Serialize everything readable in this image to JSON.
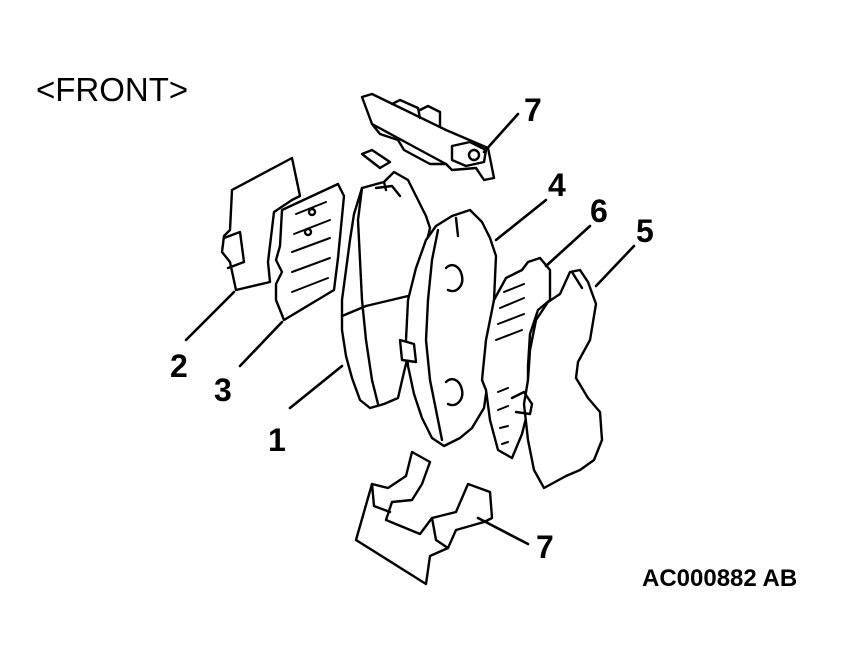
{
  "heading": "<FRONT>",
  "reference_code": "AC000882 AB",
  "callouts": [
    {
      "id": "1",
      "label": "1"
    },
    {
      "id": "2",
      "label": "2"
    },
    {
      "id": "3",
      "label": "3"
    },
    {
      "id": "4",
      "label": "4"
    },
    {
      "id": "5",
      "label": "5"
    },
    {
      "id": "6",
      "label": "6"
    },
    {
      "id": "7a",
      "label": "7"
    },
    {
      "id": "7b",
      "label": "7"
    }
  ]
}
